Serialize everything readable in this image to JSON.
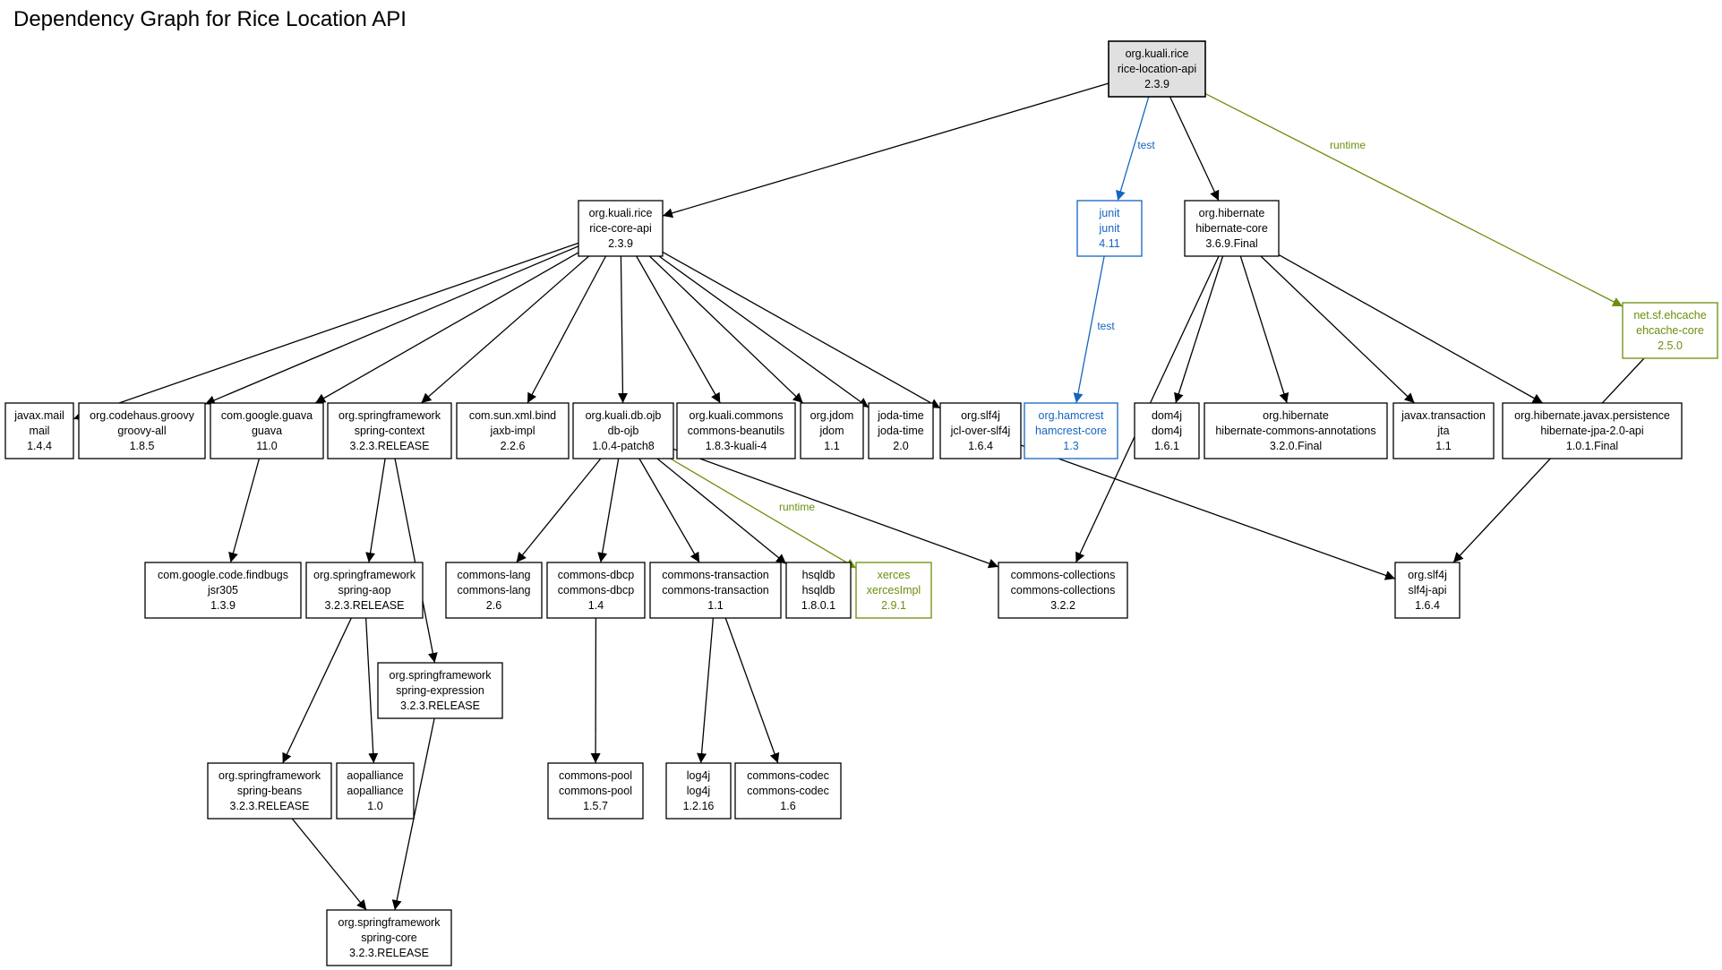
{
  "title": "Dependency Graph for Rice Location API",
  "colors": {
    "compile": "#000000",
    "test": "#1565c0",
    "runtime": "#6b8e0c",
    "root_fill": "#e0e0e0"
  },
  "nodes": [
    {
      "id": "rice-location-api",
      "group": "org.kuali.rice",
      "artifact": "rice-location-api",
      "version": "2.3.9",
      "scope": "root"
    },
    {
      "id": "rice-core-api",
      "group": "org.kuali.rice",
      "artifact": "rice-core-api",
      "version": "2.3.9",
      "scope": "compile"
    },
    {
      "id": "junit",
      "group": "junit",
      "artifact": "junit",
      "version": "4.11",
      "scope": "test"
    },
    {
      "id": "hibernate-core",
      "group": "org.hibernate",
      "artifact": "hibernate-core",
      "version": "3.6.9.Final",
      "scope": "compile"
    },
    {
      "id": "ehcache-core",
      "group": "net.sf.ehcache",
      "artifact": "ehcache-core",
      "version": "2.5.0",
      "scope": "runtime"
    },
    {
      "id": "mail",
      "group": "javax.mail",
      "artifact": "mail",
      "version": "1.4.4",
      "scope": "compile"
    },
    {
      "id": "groovy-all",
      "group": "org.codehaus.groovy",
      "artifact": "groovy-all",
      "version": "1.8.5",
      "scope": "compile"
    },
    {
      "id": "guava",
      "group": "com.google.guava",
      "artifact": "guava",
      "version": "11.0",
      "scope": "compile"
    },
    {
      "id": "spring-context",
      "group": "org.springframework",
      "artifact": "spring-context",
      "version": "3.2.3.RELEASE",
      "scope": "compile"
    },
    {
      "id": "jaxb-impl",
      "group": "com.sun.xml.bind",
      "artifact": "jaxb-impl",
      "version": "2.2.6",
      "scope": "compile"
    },
    {
      "id": "db-ojb",
      "group": "org.kuali.db.ojb",
      "artifact": "db-ojb",
      "version": "1.0.4-patch8",
      "scope": "compile"
    },
    {
      "id": "commons-beanutils",
      "group": "org.kuali.commons",
      "artifact": "commons-beanutils",
      "version": "1.8.3-kuali-4",
      "scope": "compile"
    },
    {
      "id": "jdom",
      "group": "org.jdom",
      "artifact": "jdom",
      "version": "1.1",
      "scope": "compile"
    },
    {
      "id": "joda-time",
      "group": "joda-time",
      "artifact": "joda-time",
      "version": "2.0",
      "scope": "compile"
    },
    {
      "id": "jcl-over-slf4j",
      "group": "org.slf4j",
      "artifact": "jcl-over-slf4j",
      "version": "1.6.4",
      "scope": "compile"
    },
    {
      "id": "hamcrest-core",
      "group": "org.hamcrest",
      "artifact": "hamcrest-core",
      "version": "1.3",
      "scope": "test"
    },
    {
      "id": "dom4j",
      "group": "dom4j",
      "artifact": "dom4j",
      "version": "1.6.1",
      "scope": "compile"
    },
    {
      "id": "hibernate-commons-annotations",
      "group": "org.hibernate",
      "artifact": "hibernate-commons-annotations",
      "version": "3.2.0.Final",
      "scope": "compile"
    },
    {
      "id": "jta",
      "group": "javax.transaction",
      "artifact": "jta",
      "version": "1.1",
      "scope": "compile"
    },
    {
      "id": "hibernate-jpa",
      "group": "org.hibernate.javax.persistence",
      "artifact": "hibernate-jpa-2.0-api",
      "version": "1.0.1.Final",
      "scope": "compile"
    },
    {
      "id": "jsr305",
      "group": "com.google.code.findbugs",
      "artifact": "jsr305",
      "version": "1.3.9",
      "scope": "compile"
    },
    {
      "id": "spring-aop",
      "group": "org.springframework",
      "artifact": "spring-aop",
      "version": "3.2.3.RELEASE",
      "scope": "compile"
    },
    {
      "id": "commons-lang",
      "group": "commons-lang",
      "artifact": "commons-lang",
      "version": "2.6",
      "scope": "compile"
    },
    {
      "id": "commons-dbcp",
      "group": "commons-dbcp",
      "artifact": "commons-dbcp",
      "version": "1.4",
      "scope": "compile"
    },
    {
      "id": "commons-transaction",
      "group": "commons-transaction",
      "artifact": "commons-transaction",
      "version": "1.1",
      "scope": "compile"
    },
    {
      "id": "hsqldb",
      "group": "hsqldb",
      "artifact": "hsqldb",
      "version": "1.8.0.1",
      "scope": "compile"
    },
    {
      "id": "xercesImpl",
      "group": "xerces",
      "artifact": "xercesImpl",
      "version": "2.9.1",
      "scope": "runtime"
    },
    {
      "id": "commons-collections",
      "group": "commons-collections",
      "artifact": "commons-collections",
      "version": "3.2.2",
      "scope": "compile"
    },
    {
      "id": "slf4j-api",
      "group": "org.slf4j",
      "artifact": "slf4j-api",
      "version": "1.6.4",
      "scope": "compile"
    },
    {
      "id": "spring-expression",
      "group": "org.springframework",
      "artifact": "spring-expression",
      "version": "3.2.3.RELEASE",
      "scope": "compile"
    },
    {
      "id": "spring-beans",
      "group": "org.springframework",
      "artifact": "spring-beans",
      "version": "3.2.3.RELEASE",
      "scope": "compile"
    },
    {
      "id": "aopalliance",
      "group": "aopalliance",
      "artifact": "aopalliance",
      "version": "1.0",
      "scope": "compile"
    },
    {
      "id": "commons-pool",
      "group": "commons-pool",
      "artifact": "commons-pool",
      "version": "1.5.7",
      "scope": "compile"
    },
    {
      "id": "log4j",
      "group": "log4j",
      "artifact": "log4j",
      "version": "1.2.16",
      "scope": "compile"
    },
    {
      "id": "commons-codec",
      "group": "commons-codec",
      "artifact": "commons-codec",
      "version": "1.6",
      "scope": "compile"
    },
    {
      "id": "spring-core",
      "group": "org.springframework",
      "artifact": "spring-core",
      "version": "3.2.3.RELEASE",
      "scope": "compile"
    }
  ],
  "edges": [
    {
      "from": "rice-location-api",
      "to": "rice-core-api",
      "scope": "compile"
    },
    {
      "from": "rice-location-api",
      "to": "junit",
      "scope": "test",
      "label": "test"
    },
    {
      "from": "rice-location-api",
      "to": "hibernate-core",
      "scope": "compile"
    },
    {
      "from": "rice-location-api",
      "to": "ehcache-core",
      "scope": "runtime",
      "label": "runtime"
    },
    {
      "from": "junit",
      "to": "hamcrest-core",
      "scope": "test",
      "label": "test"
    },
    {
      "from": "rice-core-api",
      "to": "mail",
      "scope": "compile"
    },
    {
      "from": "rice-core-api",
      "to": "groovy-all",
      "scope": "compile"
    },
    {
      "from": "rice-core-api",
      "to": "guava",
      "scope": "compile"
    },
    {
      "from": "rice-core-api",
      "to": "spring-context",
      "scope": "compile"
    },
    {
      "from": "rice-core-api",
      "to": "jaxb-impl",
      "scope": "compile"
    },
    {
      "from": "rice-core-api",
      "to": "db-ojb",
      "scope": "compile"
    },
    {
      "from": "rice-core-api",
      "to": "commons-beanutils",
      "scope": "compile"
    },
    {
      "from": "rice-core-api",
      "to": "jdom",
      "scope": "compile"
    },
    {
      "from": "rice-core-api",
      "to": "joda-time",
      "scope": "compile"
    },
    {
      "from": "rice-core-api",
      "to": "jcl-over-slf4j",
      "scope": "compile"
    },
    {
      "from": "hibernate-core",
      "to": "commons-collections",
      "scope": "compile"
    },
    {
      "from": "hibernate-core",
      "to": "dom4j",
      "scope": "compile"
    },
    {
      "from": "hibernate-core",
      "to": "hibernate-commons-annotations",
      "scope": "compile"
    },
    {
      "from": "hibernate-core",
      "to": "jta",
      "scope": "compile"
    },
    {
      "from": "hibernate-core",
      "to": "hibernate-jpa",
      "scope": "compile"
    },
    {
      "from": "ehcache-core",
      "to": "slf4j-api",
      "scope": "compile"
    },
    {
      "from": "jcl-over-slf4j",
      "to": "slf4j-api",
      "scope": "compile"
    },
    {
      "from": "guava",
      "to": "jsr305",
      "scope": "compile"
    },
    {
      "from": "spring-context",
      "to": "spring-aop",
      "scope": "compile"
    },
    {
      "from": "spring-context",
      "to": "spring-expression",
      "scope": "compile"
    },
    {
      "from": "spring-aop",
      "to": "spring-beans",
      "scope": "compile"
    },
    {
      "from": "spring-aop",
      "to": "aopalliance",
      "scope": "compile"
    },
    {
      "from": "spring-expression",
      "to": "spring-core",
      "scope": "compile"
    },
    {
      "from": "spring-beans",
      "to": "spring-core",
      "scope": "compile"
    },
    {
      "from": "db-ojb",
      "to": "commons-lang",
      "scope": "compile"
    },
    {
      "from": "db-ojb",
      "to": "commons-dbcp",
      "scope": "compile"
    },
    {
      "from": "db-ojb",
      "to": "commons-transaction",
      "scope": "compile"
    },
    {
      "from": "db-ojb",
      "to": "hsqldb",
      "scope": "compile"
    },
    {
      "from": "db-ojb",
      "to": "xercesImpl",
      "scope": "runtime",
      "label": "runtime"
    },
    {
      "from": "db-ojb",
      "to": "commons-collections",
      "scope": "compile"
    },
    {
      "from": "commons-dbcp",
      "to": "commons-pool",
      "scope": "compile"
    },
    {
      "from": "commons-transaction",
      "to": "log4j",
      "scope": "compile"
    },
    {
      "from": "commons-transaction",
      "to": "commons-codec",
      "scope": "compile"
    }
  ]
}
